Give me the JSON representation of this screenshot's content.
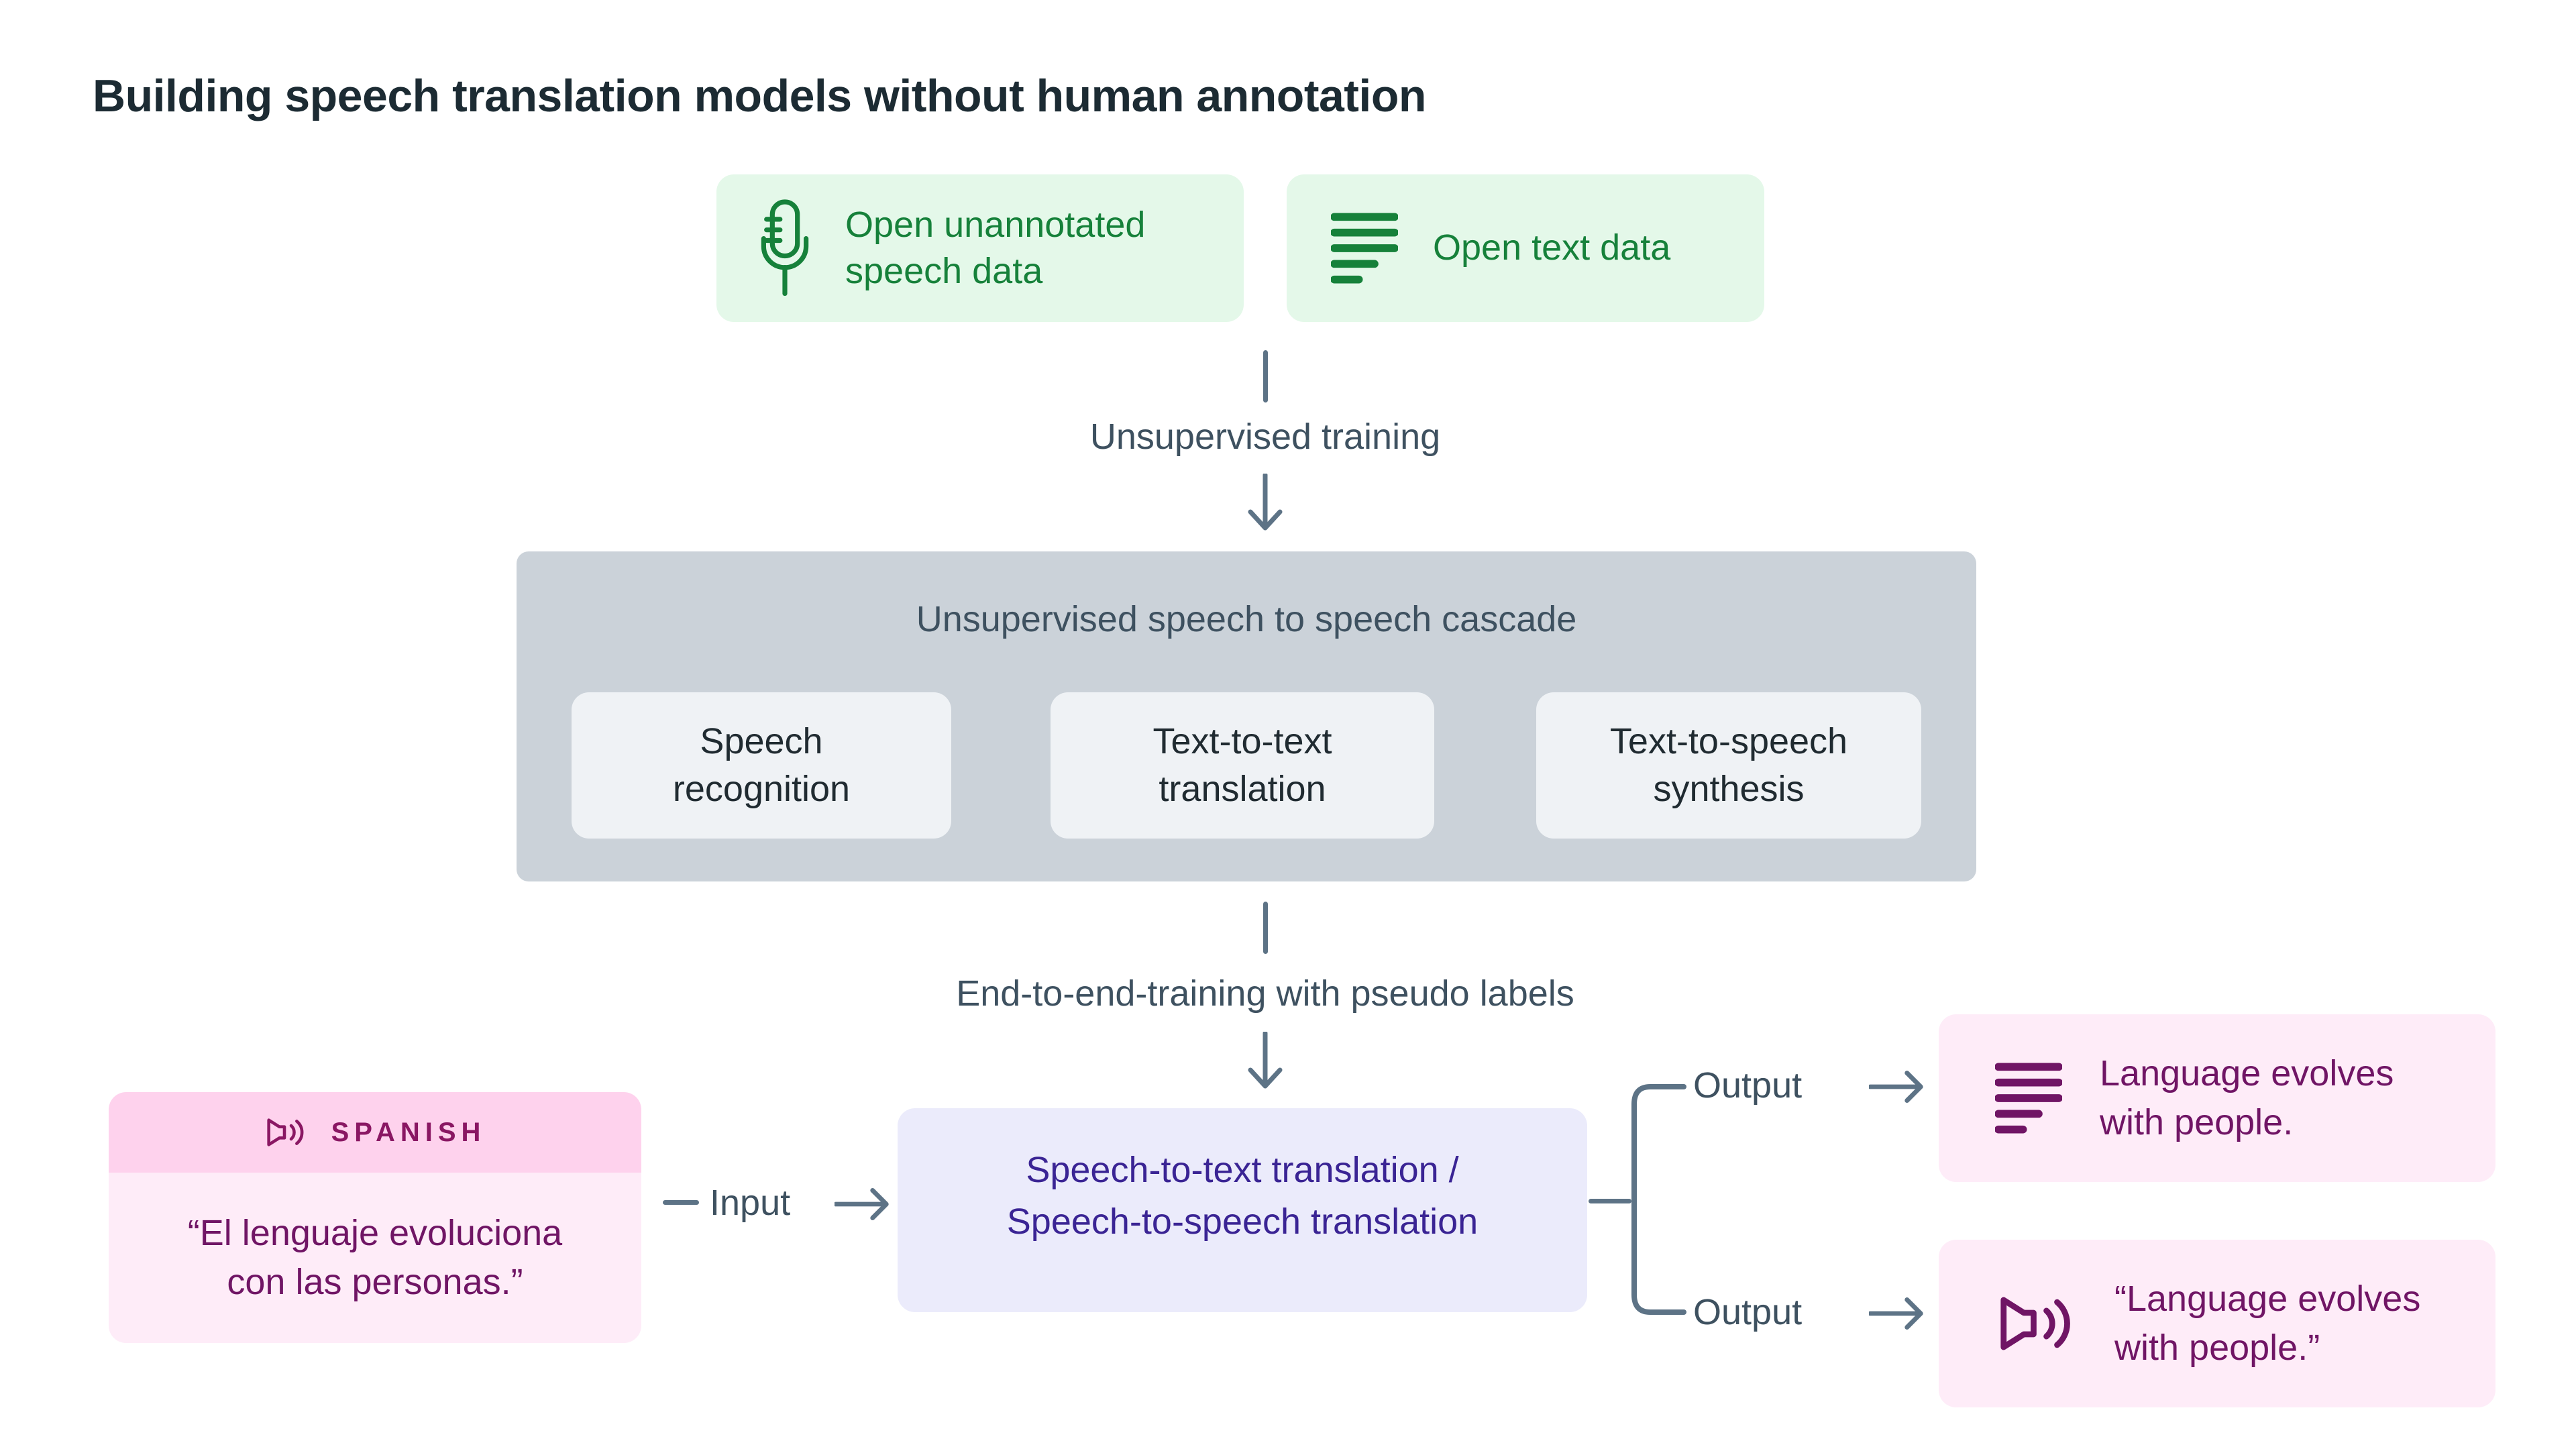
{
  "title": "Building speech translation models without human annotation",
  "sources": {
    "speech": {
      "icon": "microphone-icon",
      "label": "Open unannotated speech data"
    },
    "text": {
      "icon": "text-lines-icon",
      "label": "Open text data"
    }
  },
  "steps": {
    "unsupervised_training": "Unsupervised training",
    "end_to_end_training": "End-to-end-training with pseudo labels"
  },
  "cascade": {
    "title": "Unsupervised speech to speech cascade",
    "stages": [
      {
        "label": "Speech recognition"
      },
      {
        "label": "Text-to-text translation"
      },
      {
        "label": "Text-to-speech synthesis"
      }
    ]
  },
  "input_example": {
    "language_label": "SPANISH",
    "icon": "speaker-icon",
    "quote": "“El lenguaje evoluciona con las personas.”"
  },
  "io_labels": {
    "input": "Input",
    "output": "Output"
  },
  "model": {
    "line1": "Speech-to-text translation /",
    "line2": "Speech-to-speech translation"
  },
  "outputs": {
    "text_output": {
      "icon": "text-lines-icon",
      "label": "Language evolves with people."
    },
    "speech_output": {
      "icon": "speaker-icon",
      "label": "“Language evolves with people.”"
    }
  },
  "colors": {
    "title_text": "#1c2b33",
    "green_bg": "#e4f8e9",
    "green_text": "#16813a",
    "slate_text": "#3e5160",
    "connector": "#5d7386",
    "gray_container": "#cbd2d9",
    "stage_bg": "#eff2f5",
    "stage_text": "#202b31",
    "pink_header_bg": "#fed2ed",
    "pink_body_bg": "#feecf8",
    "magenta_text": "#701565",
    "spanish_label_text": "#8a1763",
    "lavender_bg": "#ebebfb",
    "indigo_text": "#3a2494"
  }
}
